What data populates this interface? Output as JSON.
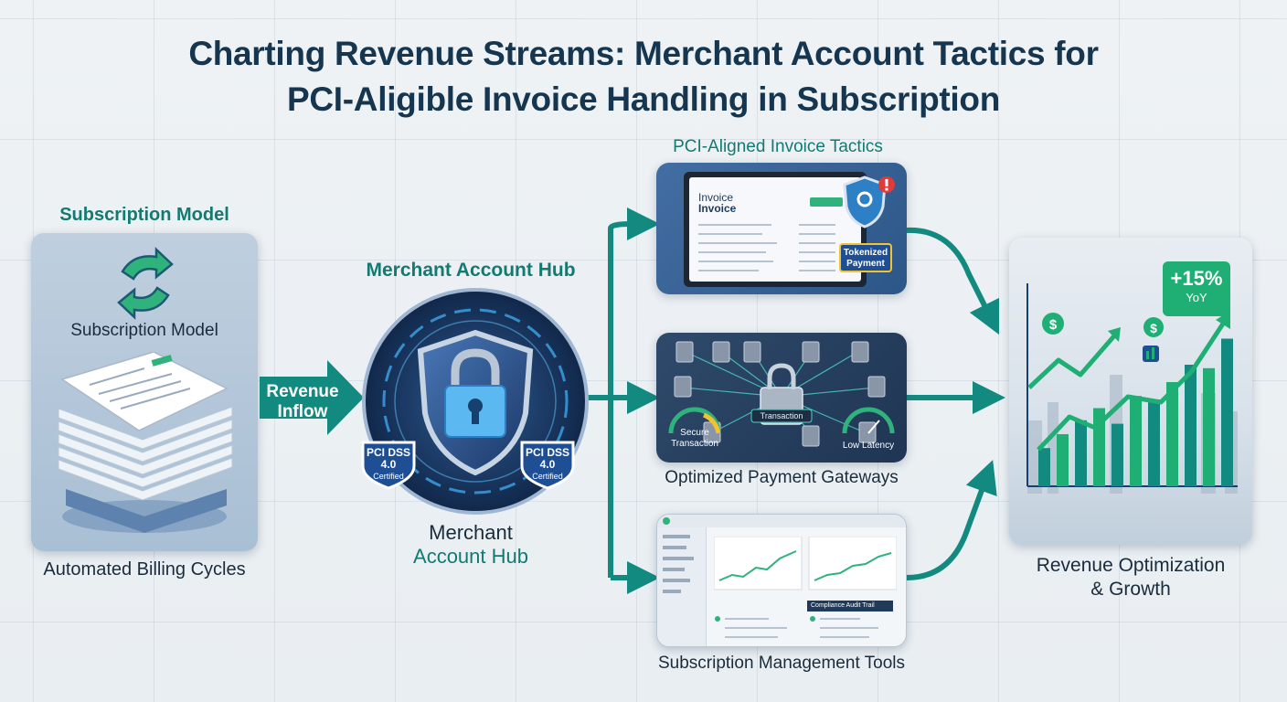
{
  "title": {
    "line1": "Charting Revenue Streams: Merchant Account Tactics for",
    "line2": "PCI-Aligible Invoice Handling in Subscription"
  },
  "subscription": {
    "heading": "Subscription Model",
    "inner_label": "Subscription Model",
    "caption": "Automated Billing Cycles"
  },
  "inflow": {
    "line1": "Revenue",
    "line2": "Inflow"
  },
  "hub": {
    "heading": "Merchant Account Hub",
    "badge_left": [
      "PCI DSS",
      "4.0",
      "Certified"
    ],
    "badge_right": [
      "PCI DSS",
      "4.0",
      "Certified"
    ],
    "caption_line1": "Merchant",
    "caption_line2": "Account Hub"
  },
  "invoice_tactics": {
    "heading": "PCI-Aligned Invoice Tactics",
    "invoice_title_1": "Invoice",
    "invoice_title_2": "Invoice",
    "token_badge": [
      "Tokenized",
      "Payment"
    ]
  },
  "gateways": {
    "caption": "Optimized Payment Gateways",
    "lock_label": "Transaction",
    "left_gauge": [
      "Secure",
      "Transaction"
    ],
    "right_gauge": "Low Latency"
  },
  "tools": {
    "caption": "Subscription Management Tools",
    "audit_label": "Compliance Audit Trail"
  },
  "growth": {
    "badge_value": "+15%",
    "badge_sub": "YoY",
    "caption_line1": "Revenue Optimization",
    "caption_line2": "& Growth",
    "bars": [
      0.22,
      0.3,
      0.38,
      0.45,
      0.36,
      0.52,
      0.5,
      0.6,
      0.7,
      0.68,
      0.85
    ]
  },
  "colors": {
    "teal": "#138a80",
    "navy": "#163650",
    "accent_green": "#1fae74"
  }
}
